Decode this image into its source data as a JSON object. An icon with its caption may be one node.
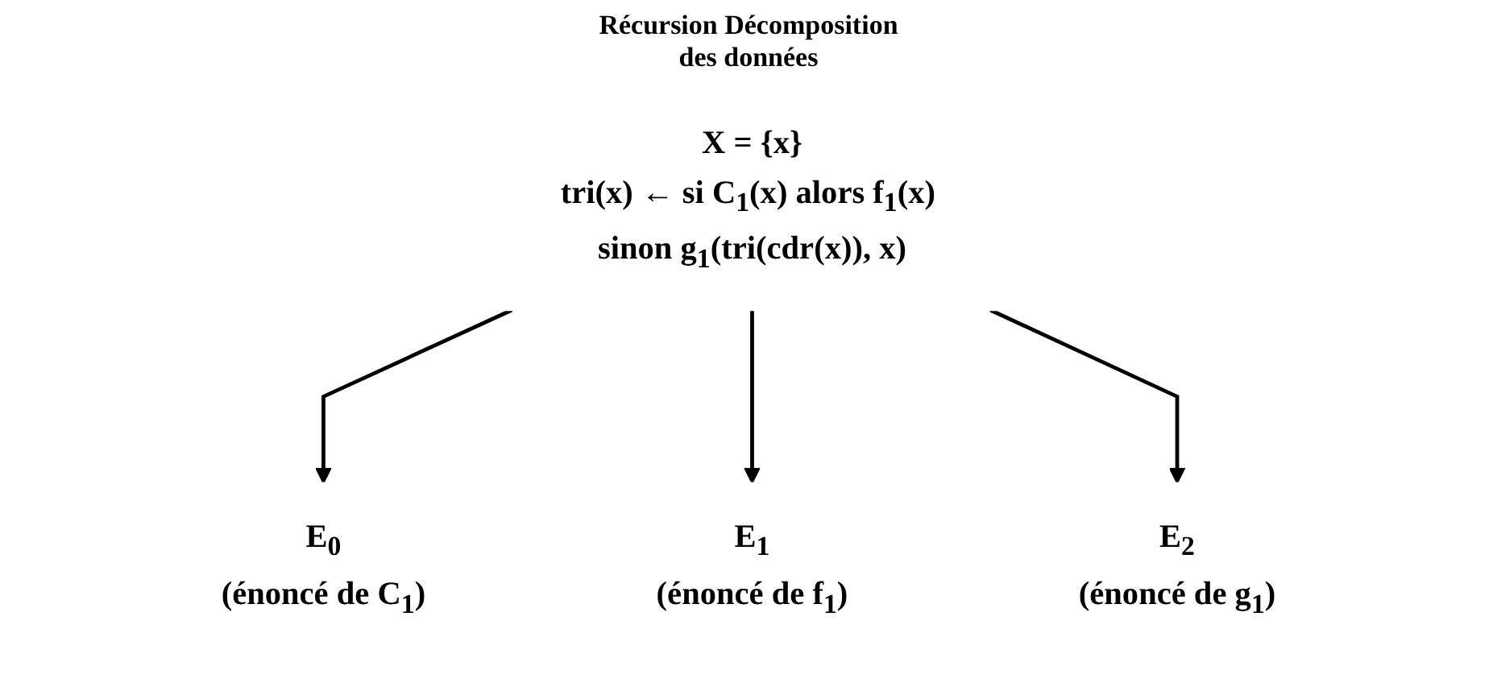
{
  "diagram": {
    "title": "Récursion Décomposition des données",
    "nodes": [
      {
        "text": [
          "X = {x}",
          "tri(x) ← si C$_{1}$(x) alors f$_{1}$(x) sinon g$_{1}$(tri(cdr(x)), x)"
        ]
      },
      {
        "text": [
          "E$_{0}$",
          "(énoncé de C$_{1}$)"
        ]
      },
      {
        "text": [
          "E$_{1}$",
          "(énoncé de f$_{1}$)"
        ]
      },
      {
        "text": [
          "E$_{2}$",
          "(énoncé de g$_{1}$)"
        ]
      }
    ],
    "edges": [
      {
        "from": 0,
        "to": 1,
        "arrow": "to"
      },
      {
        "from": 0,
        "to": 2,
        "arrow": "to"
      },
      {
        "from": 0,
        "to": 3,
        "arrow": "to"
      }
    ]
  }
}
